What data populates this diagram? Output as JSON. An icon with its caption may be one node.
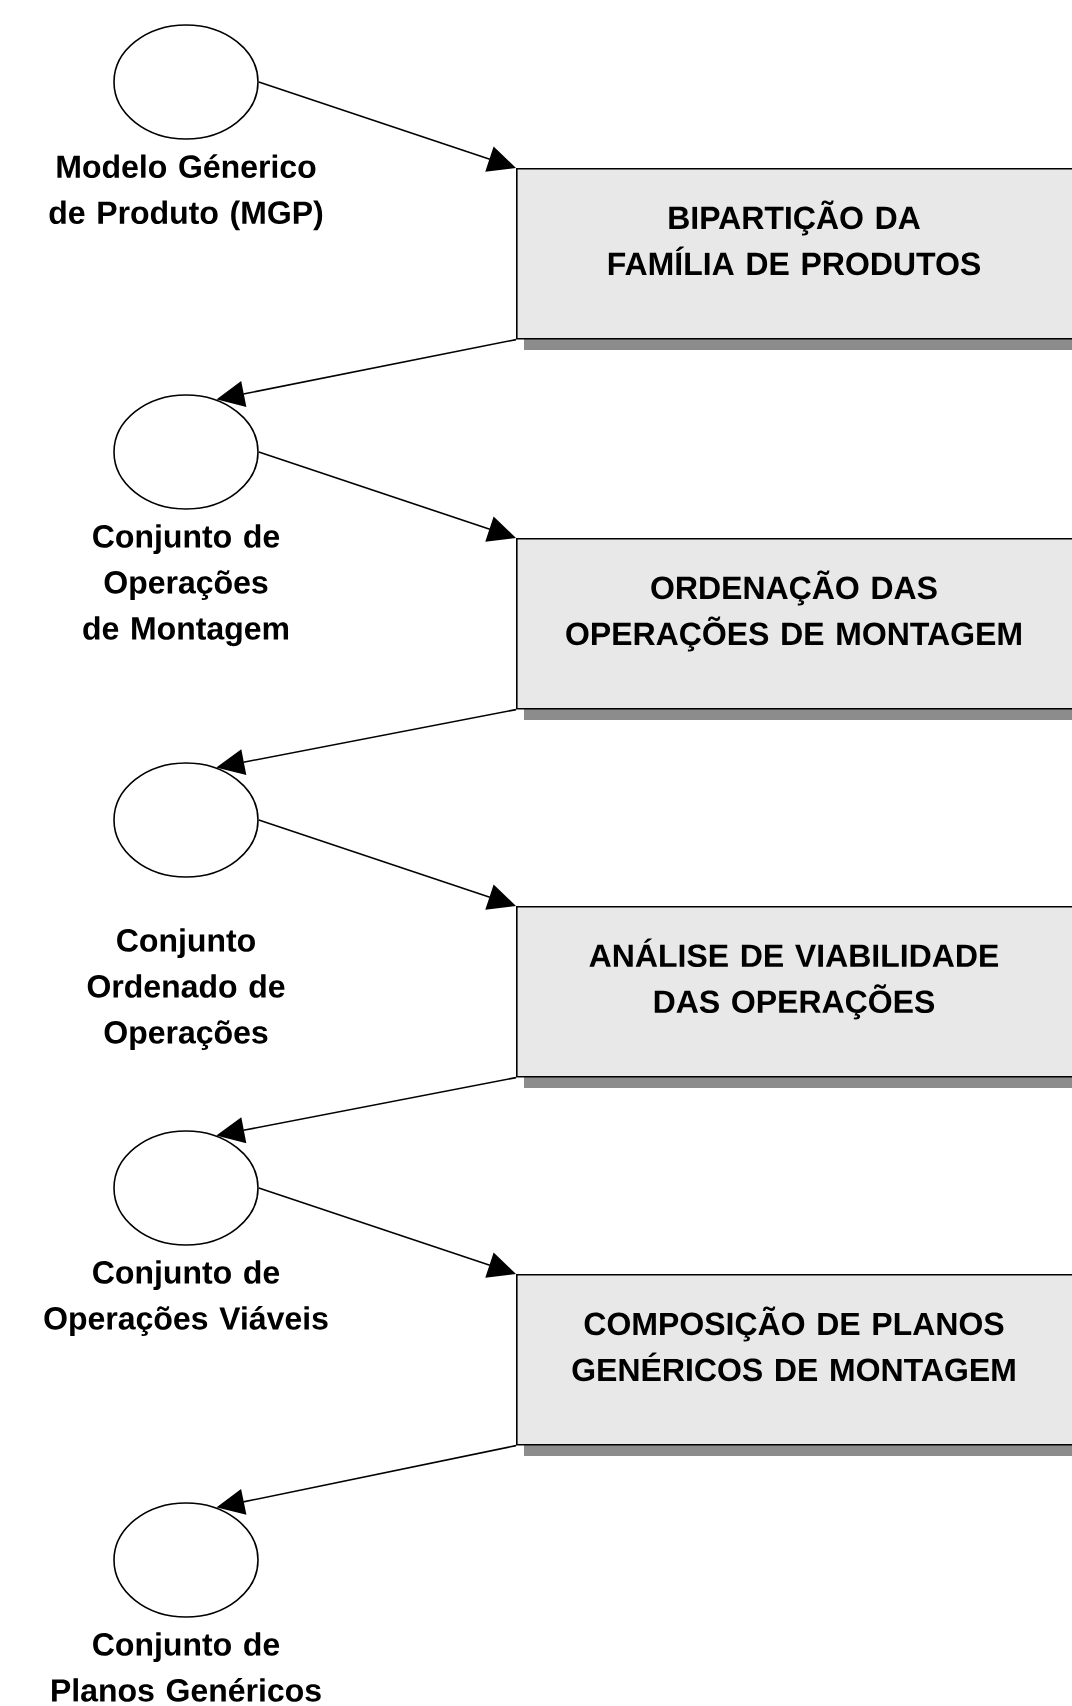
{
  "diagram": {
    "nodes": [
      {
        "text": [],
        "shape": "circle",
        "beside": [
          "Modelo Génerico de Produto (MGP)"
        ]
      },
      {
        "text": [
          "BIPARTIÇÃO DA FAMÍLIA DE PRODUTOS"
        ]
      },
      {
        "text": [],
        "shape": "circle",
        "beside": [
          "Conjunto de Operações de Montagem"
        ]
      },
      {
        "text": [
          "ORDENAÇÃO DAS OPERAÇÕES DE MONTAGEM"
        ]
      },
      {
        "text": [],
        "shape": "circle",
        "beside": [
          "Conjunto Ordenado de Operações"
        ]
      },
      {
        "text": [
          "ANÁLISE DE VIABILIDADE DAS OPERAÇÕES"
        ]
      },
      {
        "text": [],
        "shape": "circle",
        "beside": [
          "Conjunto de Operações Viáveis"
        ]
      },
      {
        "text": [
          "COMPOSIÇÃO DE PLANOS GENÉRICOS DE MONTAGEM"
        ]
      },
      {
        "text": [],
        "shape": "circle",
        "beside": [
          "Conjunto de Planos Genéricos"
        ]
      }
    ],
    "edges": [
      {
        "from": 0,
        "to": 1,
        "arrow": "to"
      },
      {
        "from": 1,
        "to": 2,
        "arrow": "to"
      },
      {
        "from": 2,
        "to": 3,
        "arrow": "to"
      },
      {
        "from": 3,
        "to": 4,
        "arrow": "to"
      },
      {
        "from": 4,
        "to": 5,
        "arrow": "to"
      },
      {
        "from": 5,
        "to": 6,
        "arrow": "to"
      },
      {
        "from": 6,
        "to": 7,
        "arrow": "to"
      },
      {
        "from": 7,
        "to": 8,
        "arrow": "to"
      }
    ]
  }
}
